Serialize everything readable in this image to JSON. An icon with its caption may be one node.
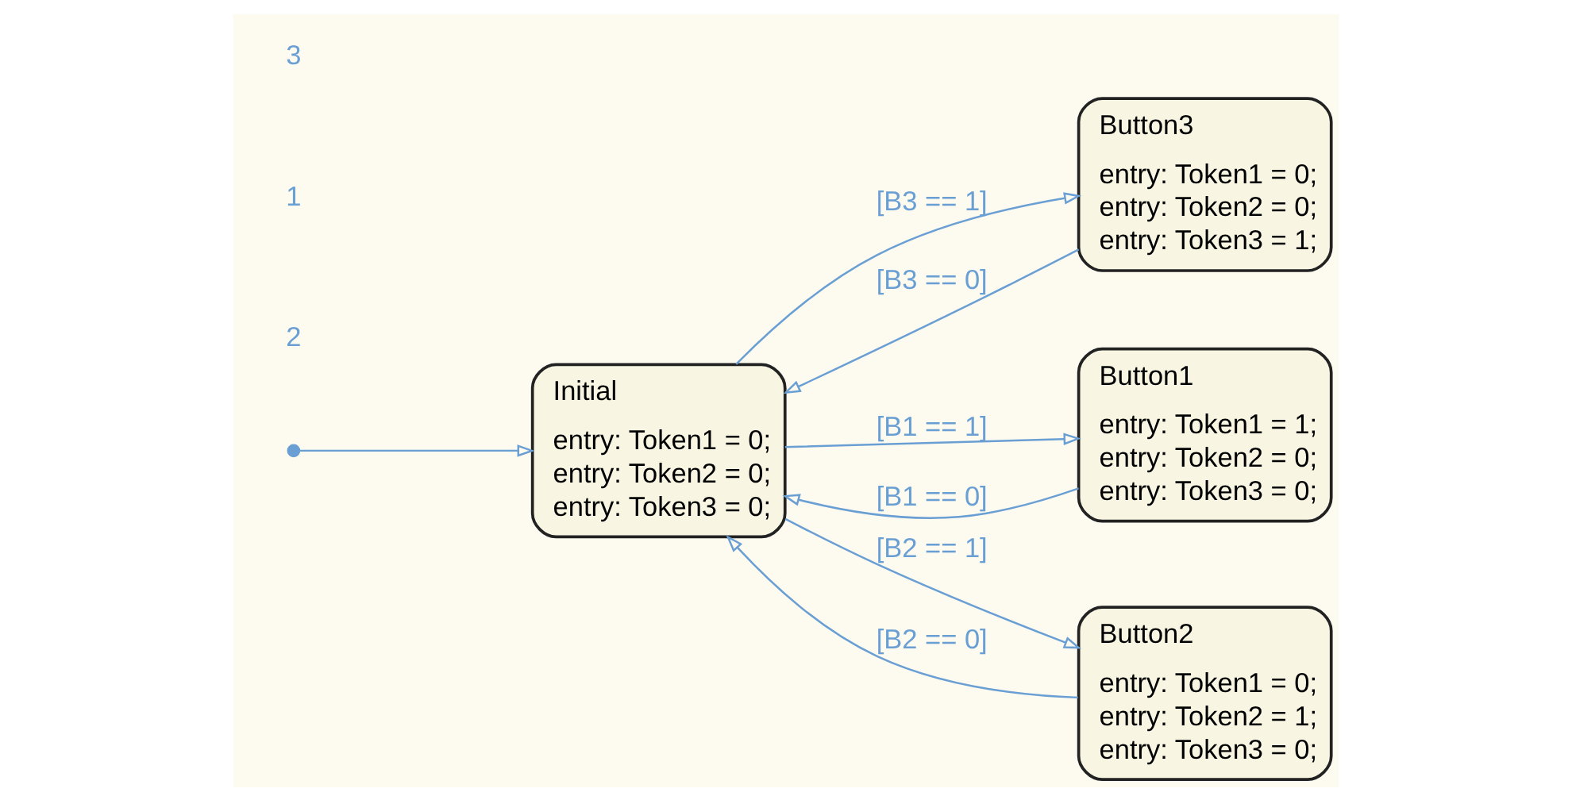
{
  "diagram": {
    "nodes": [
      {
        "text": [],
        "shape": "circle"
      },
      {
        "text": [
          "Button3",
          "entry: Token1 = 0;",
          "entry: Token2 = 0;",
          "entry: Token3 = 1;"
        ]
      },
      {
        "text": [
          "Initial",
          "entry: Token1 = 0;",
          "entry: Token2 = 0;",
          "entry: Token3 = 0;"
        ]
      },
      {
        "text": [
          "Button1",
          "entry: Token1 = 1;",
          "entry: Token2 = 0;",
          "entry: Token3 = 0;"
        ]
      },
      {
        "text": [
          "Button2",
          "entry: Token1 = 0;",
          "entry: Token2 = 1;",
          "entry: Token3 = 0;"
        ]
      }
    ],
    "edges": [
      {
        "from": 0,
        "to": 2,
        "arrow": "to"
      },
      {
        "from": 2,
        "to": 1,
        "arrow": "to",
        "label": "[B3 == 1]"
      },
      {
        "from": 1,
        "to": 2,
        "arrow": "to",
        "label": "[B3 == 0]"
      },
      {
        "from": 3,
        "to": 2,
        "arrow": "to",
        "label": "[B1 == 0]"
      },
      {
        "from": 2,
        "to": 3,
        "arrow": "to",
        "label": "[B1 == 1]"
      },
      {
        "from": 2,
        "to": 4,
        "arrow": "to",
        "label": "[B2 == 1]"
      },
      {
        "from": 4,
        "to": 2,
        "arrow": "to",
        "label": "[B2 == 0]"
      }
    ],
    "labels": [
      "2",
      "1",
      "3"
    ]
  }
}
